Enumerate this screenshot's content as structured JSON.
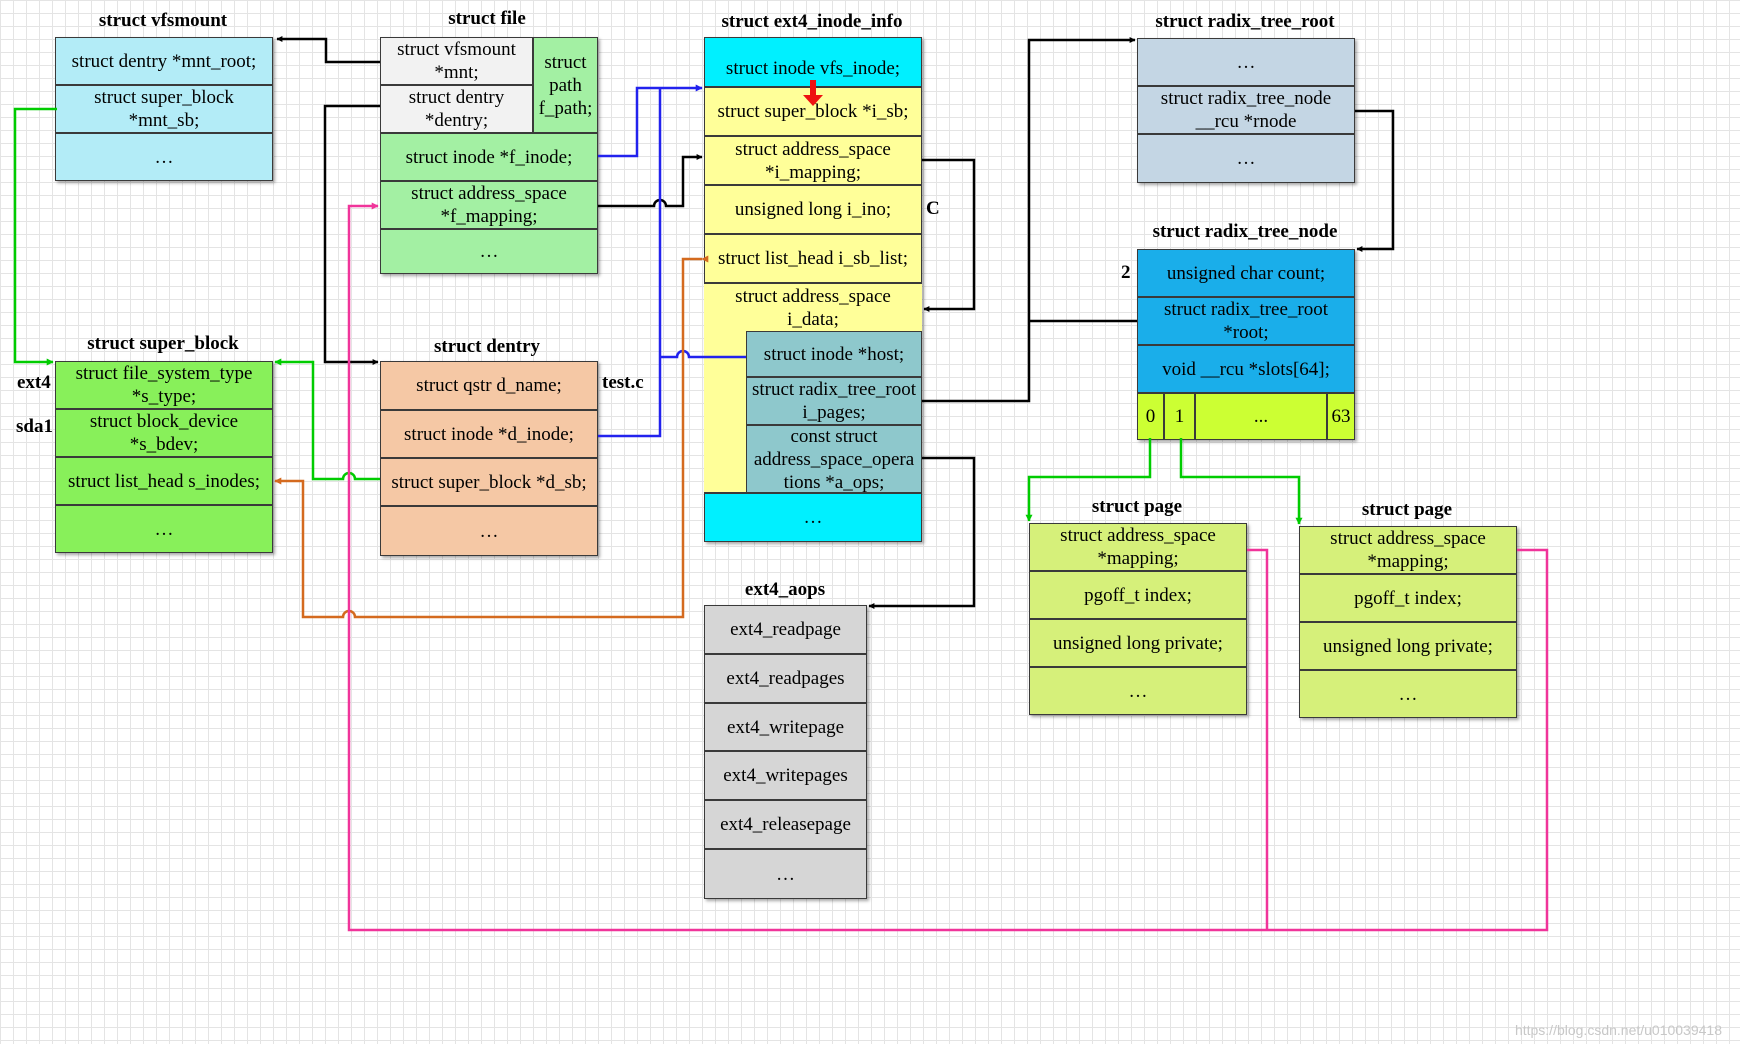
{
  "vfsmount": {
    "title": "struct vfsmount",
    "mnt_root": "struct dentry *mnt_root;",
    "mnt_sb": "struct super_block\n*mnt_sb;",
    "more": "…"
  },
  "file": {
    "title": "struct file",
    "mnt": "struct vfsmount\n*mnt;",
    "dentry": "struct dentry\n*dentry;",
    "f_path": "struct\npath\nf_path;",
    "f_inode": "struct inode *f_inode;",
    "f_mapping": "struct address_space\n*f_mapping;",
    "more": "…"
  },
  "inode_info": {
    "title": "struct ext4_inode_info",
    "vfs_inode": "struct inode vfs_inode;",
    "i_sb": "struct super_block *i_sb;",
    "i_mapping": "struct address_space\n*i_mapping;",
    "i_ino": "unsigned long i_ino;",
    "i_sb_list": "struct list_head i_sb_list;",
    "i_data": "struct address_space\ni_data;",
    "host": "struct inode *host;",
    "i_pages": "struct radix_tree_root\ni_pages;",
    "a_ops": "const struct\naddress_space_opera\ntions *a_ops;",
    "more": "…",
    "side_label": "C"
  },
  "radix_root": {
    "title": "struct radix_tree_root",
    "dots_top": "…",
    "rnode": "struct radix_tree_node\n__rcu *rnode",
    "dots_bottom": "…"
  },
  "radix_node": {
    "title": "struct radix_tree_node",
    "count": "unsigned char count;",
    "root": "struct radix_tree_root\n*root;",
    "slots": "void __rcu *slots[64];",
    "slot0": "0",
    "slot1": "1",
    "slot_more": "...",
    "slot63": "63",
    "side_label": "2"
  },
  "super_block": {
    "title": "struct super_block",
    "s_type": "struct file_system_type\n*s_type;",
    "s_bdev": "struct block_device\n*s_bdev;",
    "s_inodes": "struct list_head s_inodes;",
    "more": "…",
    "label_ext4": "ext4",
    "label_sda1": "sda1"
  },
  "dentry": {
    "title": "struct dentry",
    "d_name": "struct qstr d_name;",
    "d_inode": "struct inode *d_inode;",
    "d_sb": "struct super_block *d_sb;",
    "more": "…",
    "side_label": "test.c"
  },
  "aops": {
    "title": "ext4_aops",
    "items": [
      "ext4_readpage",
      "ext4_readpages",
      "ext4_writepage",
      "ext4_writepages",
      "ext4_releasepage",
      "…"
    ]
  },
  "page1": {
    "title": "struct page",
    "mapping": "struct address_space\n*mapping;",
    "index": "pgoff_t index;",
    "private": "unsigned long private;",
    "more": "…"
  },
  "page2": {
    "title": "struct page",
    "mapping": "struct address_space\n*mapping;",
    "index": "pgoff_t index;",
    "private": "unsigned long private;",
    "more": "…"
  },
  "colors": {
    "vfsmount": "#b3ecf7",
    "file_top": "#f2f2f2",
    "file_green": "#a3f0a3",
    "inode_cyan": "#00f0ff",
    "inode_yellow": "#ffff99",
    "inode_teal": "#8ec8cc",
    "radix_root": "#c4d6e4",
    "radix_node": "#1aaeea",
    "radix_slots": "#ccff33",
    "super_block": "#88f05a",
    "dentry": "#f5c8a5",
    "aops": "#d6d6d6",
    "page": "#d6f07a",
    "arrow_black": "#000000",
    "arrow_green": "#00cc00",
    "arrow_blue": "#2222ee",
    "arrow_orange": "#d46a1f",
    "arrow_pink": "#f0349a",
    "arrow_red": "#ee1111"
  }
}
